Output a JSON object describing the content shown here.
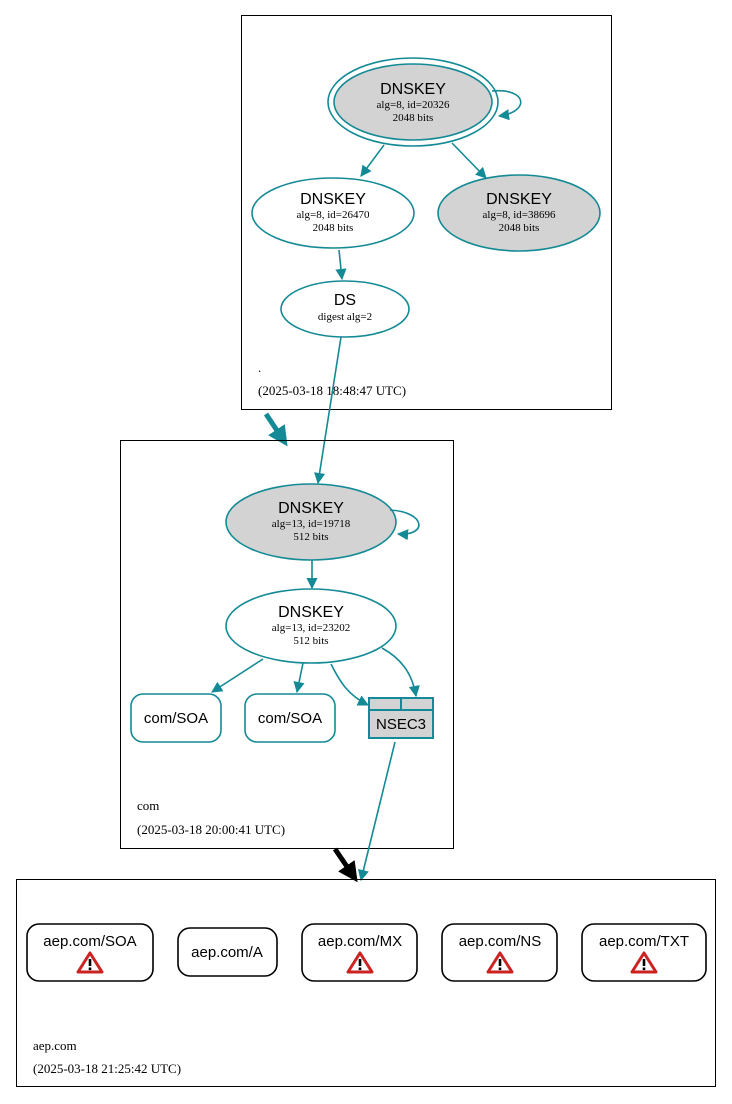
{
  "zones": {
    "root": {
      "name": ".",
      "timestamp": "(2025-03-18 18:48:47 UTC)",
      "nodes": {
        "ksk": {
          "type": "DNSKEY",
          "line1": "alg=8, id=20326",
          "line2": "2048 bits"
        },
        "zsk": {
          "type": "DNSKEY",
          "line1": "alg=8, id=26470",
          "line2": "2048 bits"
        },
        "key3": {
          "type": "DNSKEY",
          "line1": "alg=8, id=38696",
          "line2": "2048 bits"
        },
        "ds": {
          "type": "DS",
          "line1": "digest alg=2"
        }
      }
    },
    "com": {
      "name": "com",
      "timestamp": "(2025-03-18 20:00:41 UTC)",
      "nodes": {
        "ksk": {
          "type": "DNSKEY",
          "line1": "alg=13, id=19718",
          "line2": "512 bits"
        },
        "zsk": {
          "type": "DNSKEY",
          "line1": "alg=13, id=23202",
          "line2": "512 bits"
        },
        "soa1": {
          "label": "com/SOA"
        },
        "soa2": {
          "label": "com/SOA"
        },
        "nsec3": {
          "label": "NSEC3"
        }
      }
    },
    "aep": {
      "name": "aep.com",
      "timestamp": "(2025-03-18 21:25:42 UTC)",
      "records": [
        {
          "label": "aep.com/SOA",
          "warning": true
        },
        {
          "label": "aep.com/A",
          "warning": false
        },
        {
          "label": "aep.com/MX",
          "warning": true
        },
        {
          "label": "aep.com/NS",
          "warning": true
        },
        {
          "label": "aep.com/TXT",
          "warning": true
        }
      ]
    }
  },
  "colors": {
    "edge": "#138a95",
    "secure_fill": "#d3d3d3",
    "warning_red": "#cc2222",
    "delegation_insecure": "#000000"
  },
  "icons": {
    "warning": "warning-triangle-icon"
  }
}
